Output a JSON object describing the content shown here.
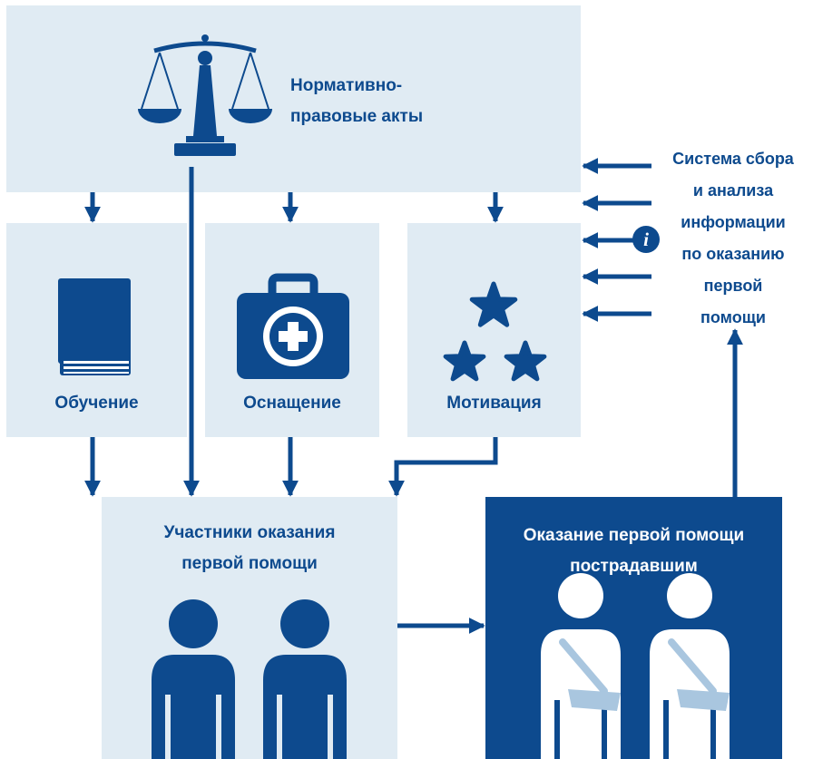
{
  "colors": {
    "primary": "#0d4a8e",
    "box_light": "#e0ebf3",
    "arm_sling": "#a9c6df",
    "background": "#ffffff"
  },
  "legal": {
    "line1": "Нормативно-",
    "line2": "правовые акты",
    "icon": "scales-icon"
  },
  "training": {
    "label": "Обучение",
    "icon": "book-icon"
  },
  "equipment": {
    "label": "Оснащение",
    "icon": "first-aid-kit-icon"
  },
  "motivation": {
    "label": "Мотивация",
    "icon": "stars-icon"
  },
  "participants": {
    "line1": "Участники оказания",
    "line2": "первой помощи",
    "icon": "people-icon"
  },
  "first_aid": {
    "line1": "Оказание первой помощи",
    "line2": "пострадавшим",
    "icon": "injured-people-icon"
  },
  "info_system": {
    "lines": [
      "Система сбора",
      "и анализа",
      "информации",
      "по оказанию",
      "первой",
      "помощи"
    ],
    "icon": "info-icon",
    "info_glyph": "i"
  }
}
